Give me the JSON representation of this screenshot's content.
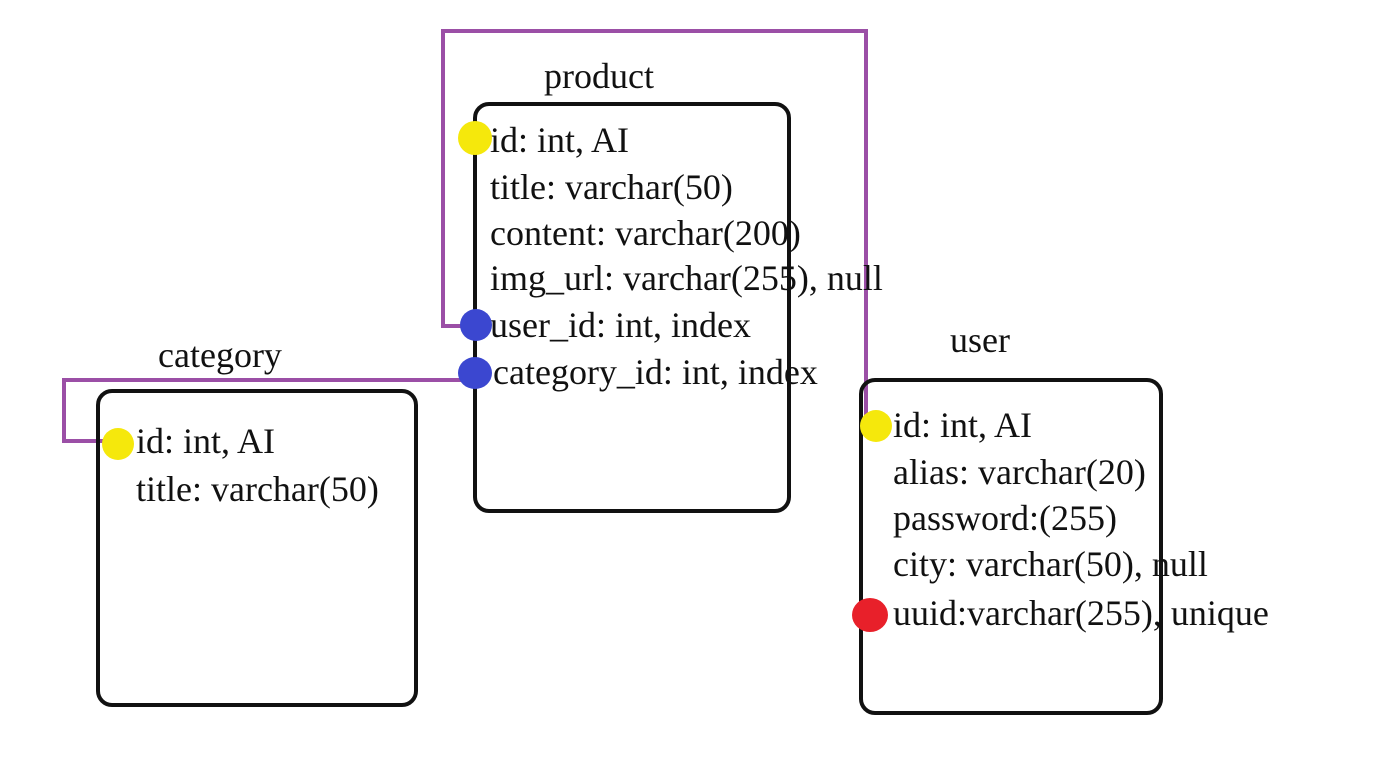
{
  "diagram": {
    "colors": {
      "connector": "#9b4fa6",
      "primary_key": "#f5e80c",
      "foreign_key": "#3b47d0",
      "unique_key": "#e8202a",
      "border": "#111111",
      "text": "#111111"
    },
    "tables": {
      "product": {
        "title": "product",
        "fields": [
          "id: int, AI",
          "title: varchar(50)",
          "content: varchar(200)",
          "img_url: varchar(255), null",
          "user_id: int, index",
          "category_id: int, index"
        ]
      },
      "category": {
        "title": "category",
        "fields": [
          "id: int, AI",
          "title: varchar(50)"
        ]
      },
      "user": {
        "title": "user",
        "fields": [
          "id: int, AI",
          "alias: varchar(20)",
          "password:(255)",
          "city: varchar(50), null",
          "uuid:varchar(255),  unique"
        ]
      }
    },
    "relations": [
      {
        "from": "product.user_id",
        "to": "user.id"
      },
      {
        "from": "product.category_id",
        "to": "category.id"
      }
    ]
  }
}
